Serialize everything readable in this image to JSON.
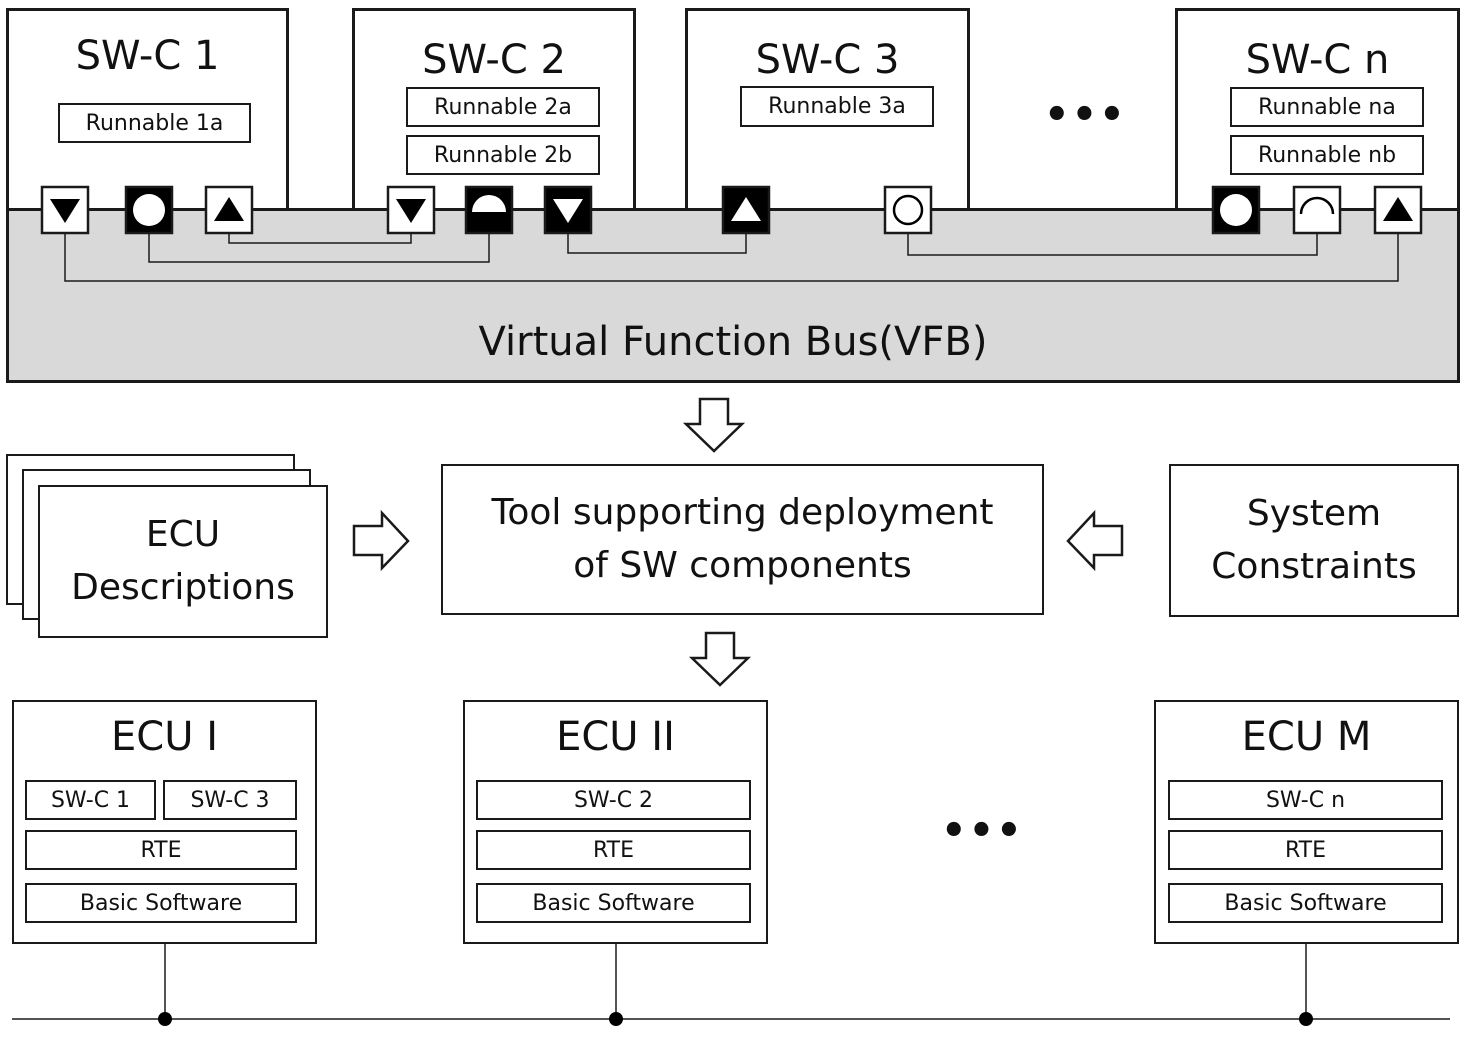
{
  "swc": [
    {
      "name": "SW-C 1",
      "runnables": [
        "Runnable 1a"
      ]
    },
    {
      "name": "SW-C 2",
      "runnables": [
        "Runnable 2a",
        "Runnable 2b"
      ]
    },
    {
      "name": "SW-C 3",
      "runnables": [
        "Runnable 3a"
      ]
    },
    {
      "name": "SW-C n",
      "runnables": [
        "Runnable na",
        "Runnable nb"
      ]
    }
  ],
  "swc_ellipsis": "•••",
  "vfb_label": "Virtual Function Bus(VFB)",
  "ecu_descriptions": {
    "line1": "ECU",
    "line2": "Descriptions"
  },
  "tool": {
    "line1": "Tool supporting deployment",
    "line2": "of SW components"
  },
  "system_constraints": {
    "line1": "System",
    "line2": "Constraints"
  },
  "ecus": [
    {
      "name": "ECU I",
      "components": [
        "SW-C 1",
        "SW-C 3"
      ],
      "rte": "RTE",
      "bsw": "Basic Software"
    },
    {
      "name": "ECU II",
      "components": [
        "SW-C 2"
      ],
      "rte": "RTE",
      "bsw": "Basic Software"
    },
    {
      "name": "ECU M",
      "components": [
        "SW-C n"
      ],
      "rte": "RTE",
      "bsw": "Basic Software"
    }
  ],
  "ecu_ellipsis": "•••",
  "colors": {
    "bus_fill": "#d9d9d9",
    "stroke": "#1a1a1a",
    "port_fill_dark": "#000000"
  }
}
